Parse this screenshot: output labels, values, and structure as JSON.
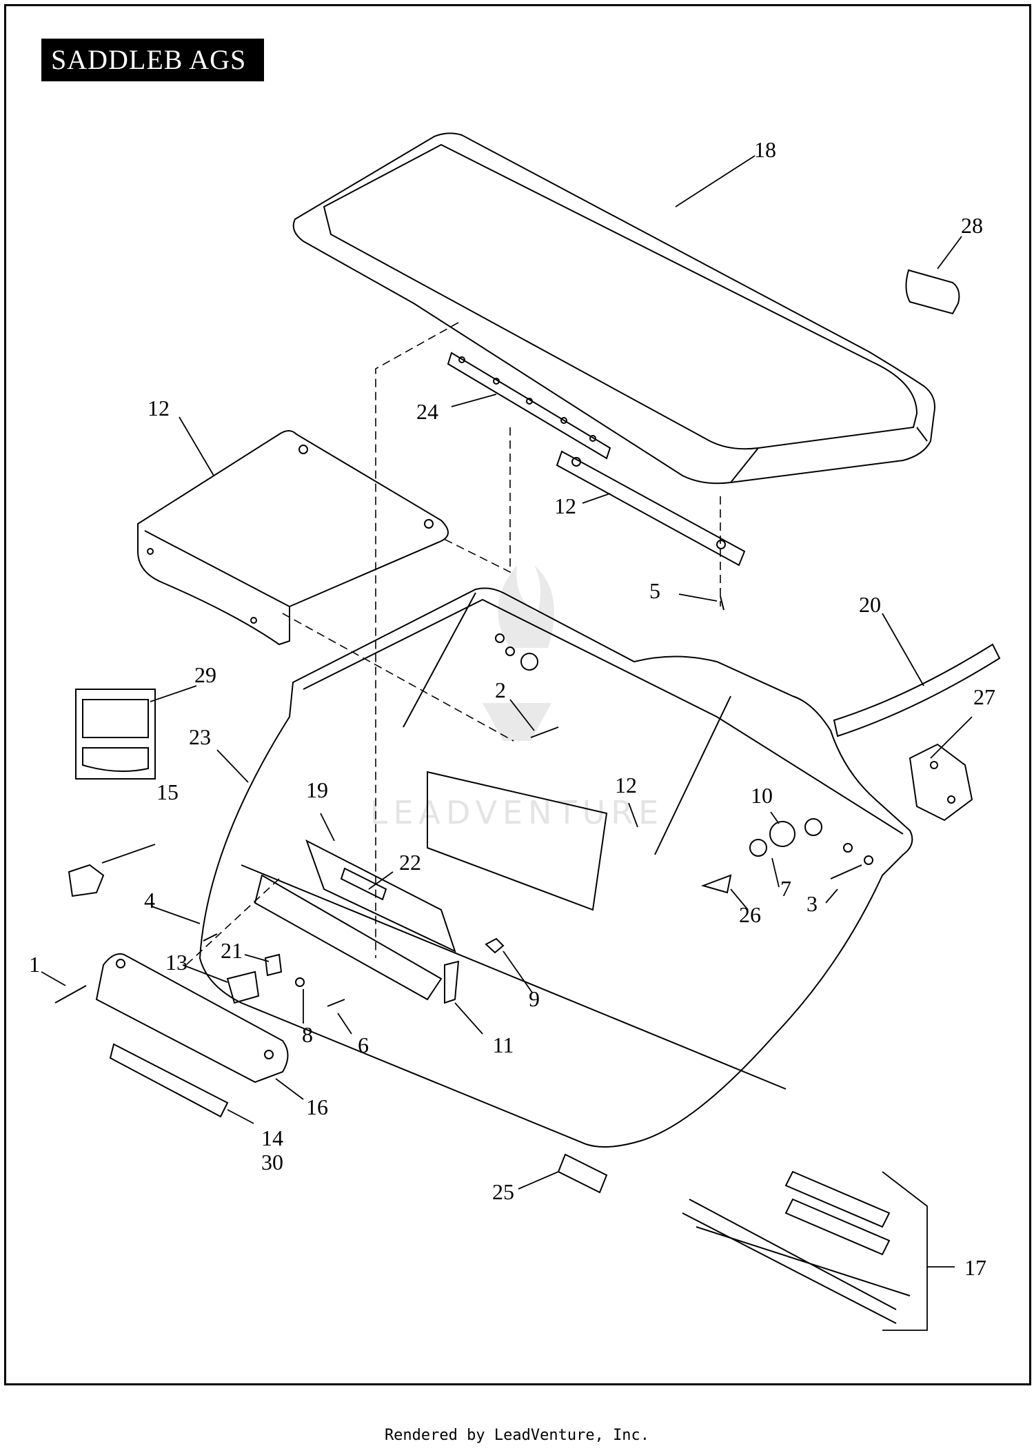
{
  "title": "SADDLEB AGS",
  "footer": "Rendered by LeadVenture, Inc.",
  "watermark": "LEADVENTURE",
  "callouts": [
    {
      "id": "c1",
      "label": "1"
    },
    {
      "id": "c2",
      "label": "2"
    },
    {
      "id": "c3",
      "label": "3"
    },
    {
      "id": "c4",
      "label": "4"
    },
    {
      "id": "c5",
      "label": "5"
    },
    {
      "id": "c6",
      "label": "6"
    },
    {
      "id": "c7",
      "label": "7"
    },
    {
      "id": "c8",
      "label": "8"
    },
    {
      "id": "c9",
      "label": "9"
    },
    {
      "id": "c10",
      "label": "10"
    },
    {
      "id": "c11",
      "label": "11"
    },
    {
      "id": "c12a",
      "label": "12"
    },
    {
      "id": "c12b",
      "label": "12"
    },
    {
      "id": "c12c",
      "label": "12"
    },
    {
      "id": "c13",
      "label": "13"
    },
    {
      "id": "c14",
      "label": "14"
    },
    {
      "id": "c30",
      "label": "30"
    },
    {
      "id": "c15",
      "label": "15"
    },
    {
      "id": "c16",
      "label": "16"
    },
    {
      "id": "c17",
      "label": "17"
    },
    {
      "id": "c18",
      "label": "18"
    },
    {
      "id": "c19",
      "label": "19"
    },
    {
      "id": "c20",
      "label": "20"
    },
    {
      "id": "c21",
      "label": "21"
    },
    {
      "id": "c22",
      "label": "22"
    },
    {
      "id": "c23",
      "label": "23"
    },
    {
      "id": "c24",
      "label": "24"
    },
    {
      "id": "c25",
      "label": "25"
    },
    {
      "id": "c26",
      "label": "26"
    },
    {
      "id": "c27",
      "label": "27"
    },
    {
      "id": "c28",
      "label": "28"
    },
    {
      "id": "c29",
      "label": "29"
    }
  ]
}
